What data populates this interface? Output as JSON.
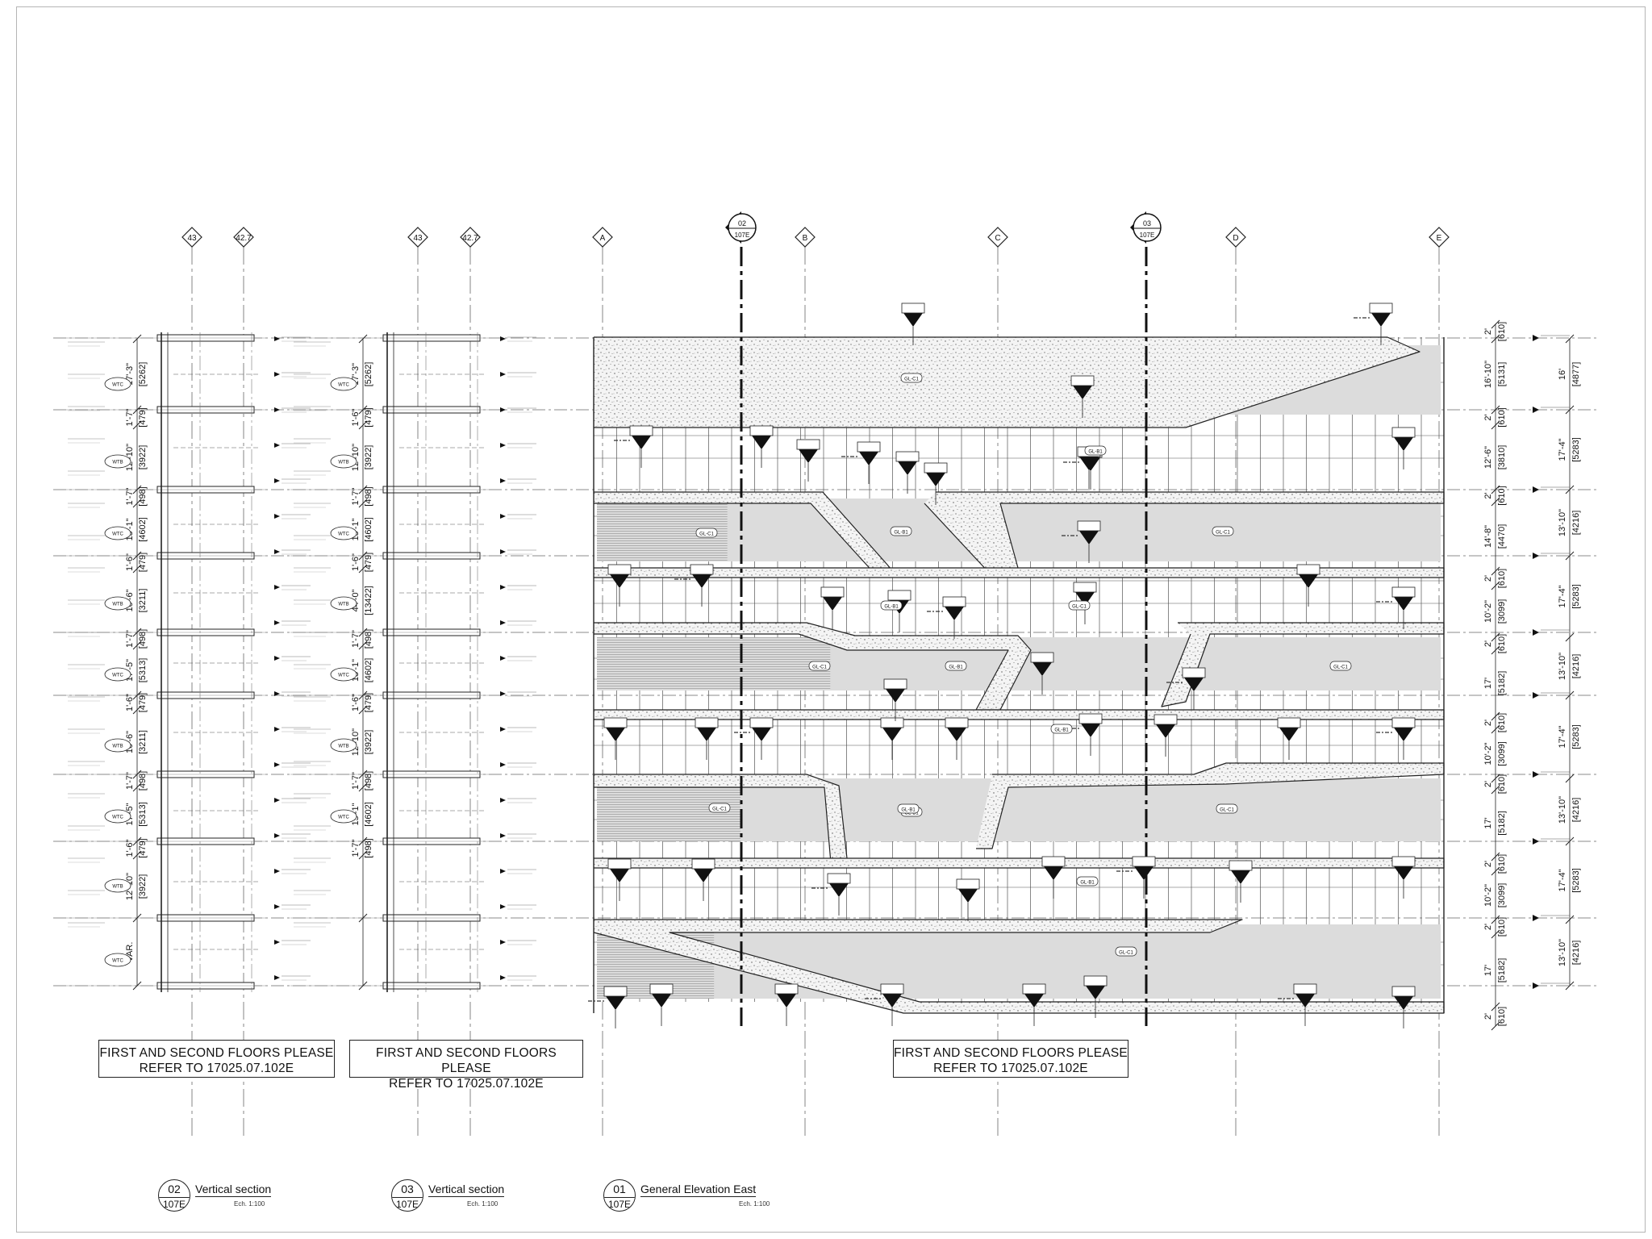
{
  "notes": {
    "n1": {
      "line1": "FIRST AND SECOND FLOORS PLEASE",
      "line2": "REFER TO 17025.07.102E"
    },
    "n2": {
      "line1": "FIRST AND SECOND FLOORS PLEASE",
      "line2": "REFER TO 17025.07.102E"
    },
    "n3": {
      "line1": "FIRST AND SECOND FLOORS PLEASE",
      "line2": "REFER TO 17025.07.102E"
    }
  },
  "titles": [
    {
      "num": "02",
      "sheet": "107E",
      "name": "Vertical section",
      "scale": "Ech. 1:100"
    },
    {
      "num": "03",
      "sheet": "107E",
      "name": "Vertical section",
      "scale": "Ech. 1:100"
    },
    {
      "num": "01",
      "sheet": "107E",
      "name": "General Elevation East",
      "scale": "Ech. 1:100"
    }
  ],
  "grid_bubbles": {
    "section02": [
      "43",
      "42.7"
    ],
    "section03": [
      "43",
      "42.7"
    ],
    "elevation": [
      "A",
      "B",
      "C",
      "D",
      "E"
    ]
  },
  "section_markers": [
    {
      "num": "02",
      "sheet": "107E"
    },
    {
      "num": "03",
      "sheet": "107E"
    }
  ],
  "sec02_dims": [
    [
      "17'-3\"",
      "[5262]"
    ],
    [
      "1'-7\"",
      "[479]"
    ],
    [
      "12'-10\"",
      "[3922]"
    ],
    [
      "1'-7\"",
      "[498]"
    ],
    [
      "15'-1\"",
      "[4602]"
    ],
    [
      "1'-6\"",
      "[479]"
    ],
    [
      "10'-6\"",
      "[3211]"
    ],
    [
      "1'-7\"",
      "[498]"
    ],
    [
      "17'-5\"",
      "[5313]"
    ],
    [
      "1'-6\"",
      "[479]"
    ],
    [
      "10'-6\"",
      "[3211]"
    ],
    [
      "1'-7\"",
      "[498]"
    ],
    [
      "17'-5\"",
      "[5313]"
    ],
    [
      "1'-6\"",
      "[479]"
    ],
    [
      "12'-10\"",
      "[3922]"
    ],
    [
      "VAR.",
      ""
    ]
  ],
  "sec03_dims": [
    [
      "17'-3\"",
      "[5262]"
    ],
    [
      "1'-6\"",
      "[479]"
    ],
    [
      "12'-10\"",
      "[3922]"
    ],
    [
      "1'-7\"",
      "[498]"
    ],
    [
      "15'-1\"",
      "[4602]"
    ],
    [
      "1'-6\"",
      "[479]"
    ],
    [
      "44'-0\"",
      "[13422]"
    ],
    [
      "1'-7\"",
      "[498]"
    ],
    [
      "15'-1\"",
      "[4602]"
    ],
    [
      "1'-6\"",
      "[479]"
    ],
    [
      "12'-10\"",
      "[3922]"
    ],
    [
      "1'-7\"",
      "[498]"
    ],
    [
      "15'-1\"",
      "[4602]"
    ],
    [
      "1'-7\"",
      "[498]"
    ]
  ],
  "elev_dims_inner": [
    [
      "2'",
      "[610]"
    ],
    [
      "16'-10\"",
      "[5131]"
    ],
    [
      "2'",
      "[610]"
    ],
    [
      "12'-6\"",
      "[3810]"
    ],
    [
      "2'",
      "[610]"
    ],
    [
      "14'-8\"",
      "[4470]"
    ],
    [
      "2'",
      "[610]"
    ],
    [
      "10'-2\"",
      "[3099]"
    ],
    [
      "2'",
      "[610]"
    ],
    [
      "17'",
      "[5182]"
    ],
    [
      "2'",
      "[610]"
    ],
    [
      "10'-2\"",
      "[3099]"
    ],
    [
      "2'",
      "[610]"
    ],
    [
      "17'",
      "[5182]"
    ],
    [
      "2'",
      "[610]"
    ],
    [
      "10'-2\"",
      "[3099]"
    ],
    [
      "2'",
      "[610]"
    ],
    [
      "17'",
      "[5182]"
    ],
    [
      "2'",
      "[610]"
    ]
  ],
  "elev_dims_outer": [
    [
      "16'",
      "[4877]"
    ],
    [
      "17'-4\"",
      "[5283]"
    ],
    [
      "13'-10\"",
      "[4216]"
    ],
    [
      "17'-4\"",
      "[5283]"
    ],
    [
      "13'-10\"",
      "[4216]"
    ],
    [
      "17'-4\"",
      "[5283]"
    ],
    [
      "13'-10\"",
      "[4216]"
    ],
    [
      "17'-4\"",
      "[5283]"
    ],
    [
      "13'-10\"",
      "[4216]"
    ]
  ],
  "level_tags": [
    "WTC",
    "WTB",
    "WTC",
    "WTB",
    "WTC",
    "WTB",
    "WTC",
    "WTB",
    "WTC"
  ],
  "sec03_level_tags": [
    "WTC",
    "WTB",
    "WTC",
    "WTB",
    "WTC",
    "WTB",
    "WTC"
  ],
  "glazing_labels": [
    "GL-C1",
    "GL-B1",
    "GL-C1",
    "GL-B1",
    "GL-C1",
    "GL-B1",
    "GL-C1",
    "GL-C1",
    "GL-B1",
    "GL-C1",
    "GL-B1",
    "GL-B1",
    "GL-C1",
    "GL-B1",
    "GL-C1",
    "GL-B1",
    "GL-C1"
  ],
  "colors": {
    "line": "#111111",
    "grid": "#555555",
    "hatch": "#9a9a9a",
    "shade": "#d9d9d9",
    "frame": "#b5b5b5"
  }
}
